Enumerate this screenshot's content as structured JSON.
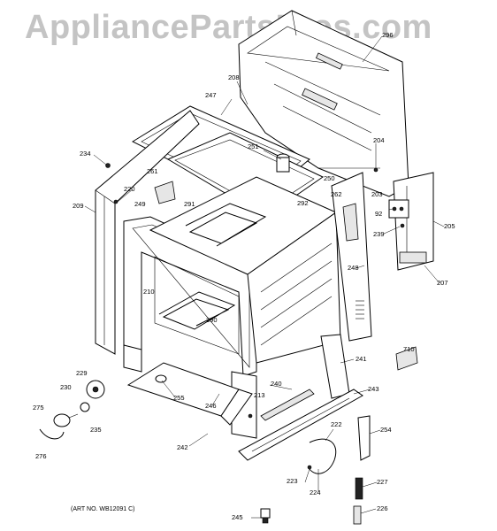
{
  "watermark": "AppliancePartsPros.com",
  "art_number": "(ART NO. WB12091 C)",
  "part_labels": {
    "p204": "204",
    "p205": "205",
    "p207": "207",
    "p208": "208",
    "p209": "209",
    "p210": "210",
    "p213": "213",
    "p220": "220",
    "p222": "222",
    "p223": "223",
    "p224": "224",
    "p226": "226",
    "p227": "227",
    "p229": "229",
    "p230": "230",
    "p234": "234",
    "p235": "235",
    "p239": "239",
    "p240": "240",
    "p241": "241",
    "p242": "242",
    "p243": "243",
    "p245": "245",
    "p246": "246",
    "p247": "247",
    "p248": "248",
    "p249": "249",
    "p250": "250",
    "p251": "251",
    "p254": "254",
    "p255": "255",
    "p261": "261",
    "p262": "262",
    "p275": "275",
    "p276": "276",
    "p290": "290",
    "p291": "291",
    "p292": "292",
    "p296": "296",
    "p710": "710",
    "p203": "203",
    "p92": "92"
  }
}
